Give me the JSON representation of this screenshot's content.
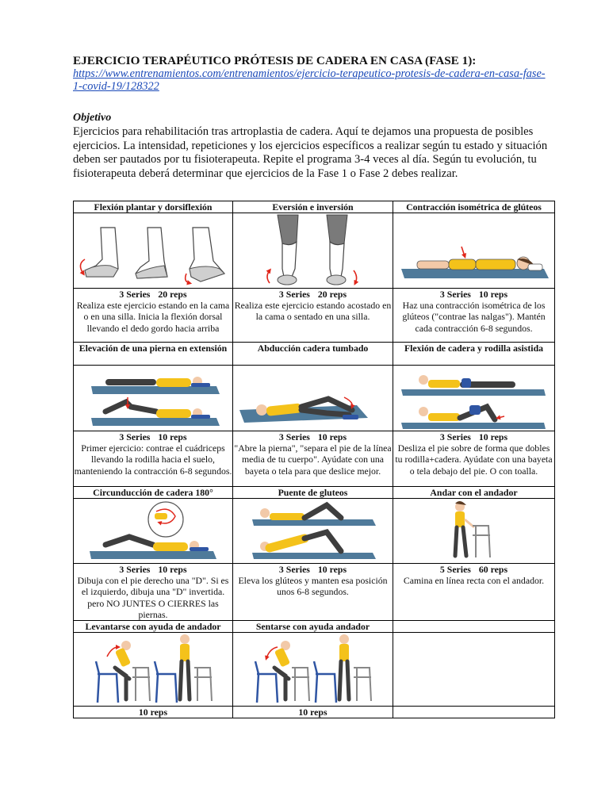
{
  "doc": {
    "title": "EJERCICIO TERAPÉUTICO PRÓTESIS DE CADERA EN CASA (FASE 1):",
    "link": "https://www.entrenamientos.com/entrenamientos/ejercicio-terapeutico-protesis-de-cadera-en-casa-fase-1-covid-19/128322",
    "objective_title": "Objetivo",
    "objective_text": "Ejercicios para rehabilitación tras artroplastia de cadera. Aquí te dejamos una propuesta de posibles ejercicios. La intensidad, repeticiones y los ejercicios específicos a realizar según tu estado y situación deben ser pautados por tu fisioterapeuta. Repite el programa 3-4 veces al día. Según tu evolución, tu fisioterapeuta deberá determinar que ejercicios de la Fase 1 o Fase 2 debes realizar."
  },
  "exercises": [
    {
      "title": "Flexión plantar y dorsiflexión",
      "series": "3 Series",
      "reps": "20 reps",
      "desc": "Realiza este ejercicio estando en la cama o en una silla. Inicia la flexión dorsal llevando el dedo gordo hacia arriba",
      "icon": "feet-flexion-illustration"
    },
    {
      "title": "Eversión e inversión",
      "series": "3 Series",
      "reps": "20 reps",
      "desc": "Realiza este ejercicio estando acostado en la cama o sentado en una silla.",
      "icon": "feet-eversion-illustration"
    },
    {
      "title": "Contracción isométrica de glúteos",
      "series": "3 Series",
      "reps": "10 reps",
      "desc": "Haz una contracción isométrica de los glúteos (\"contrae las nalgas\"). Mantén cada contracción 6-8 segundos.",
      "icon": "lying-glute-illustration"
    },
    {
      "title": "Elevación de una pierna en extensión",
      "series": "3 Series",
      "reps": "10 reps",
      "desc": "Primer ejercicio: contrae el cuádriceps llevando la rodilla hacia el suelo, manteniendo la contracción 6-8 segundos.",
      "icon": "leg-raise-illustration"
    },
    {
      "title": "Abducción cadera tumbado",
      "series": "3 Series",
      "reps": "10 reps",
      "desc": "\"Abre la pierna\", \"separa el pie de la línea media de tu cuerpo\". Ayúdate con una bayeta o tela para que deslice mejor.",
      "icon": "hip-abduction-illustration"
    },
    {
      "title": "Flexión de cadera y rodilla asistida",
      "series": "3 Series",
      "reps": "10 reps",
      "desc": "Desliza el pie sobre de forma que dobles tu rodilla+cadera. Ayúdate con una bayeta o tela debajo del pie. O con toalla.",
      "icon": "hip-knee-flexion-illustration"
    },
    {
      "title": "Circunducción de cadera 180°",
      "series": "3 Series",
      "reps": "10 reps",
      "desc": "Dibuja con el pie derecho una \"D\". Si es el izquierdo, dibuja una \"D\" invertida. pero NO JUNTES O CIERRES las piernas.",
      "icon": "hip-circumduction-illustration"
    },
    {
      "title": "Puente de gluteos",
      "series": "3 Series",
      "reps": "10 reps",
      "desc": "Eleva los glúteos y manten esa posición unos 6-8 segundos.",
      "icon": "glute-bridge-illustration"
    },
    {
      "title": "Andar con el andador",
      "series": "5 Series",
      "reps": "60 reps",
      "desc": "Camina en línea recta con el andador.",
      "icon": "walker-walking-illustration"
    },
    {
      "title": "Levantarse con ayuda de andador",
      "series": "",
      "reps": "10 reps",
      "desc": "",
      "icon": "stand-up-walker-illustration"
    },
    {
      "title": "Sentarse con ayuda andador",
      "series": "",
      "reps": "10 reps",
      "desc": "",
      "icon": "sit-down-walker-illustration"
    },
    {
      "title": "",
      "series": "",
      "reps": "",
      "desc": "",
      "icon": ""
    }
  ],
  "colors": {
    "mat": "#4f7a9a",
    "shirt": "#f4c21a",
    "pants": "#3e3e3e",
    "skin": "#f2c9a8",
    "arrow": "#e0261b",
    "link": "#1a49b8",
    "chair": "#2f55a3"
  }
}
